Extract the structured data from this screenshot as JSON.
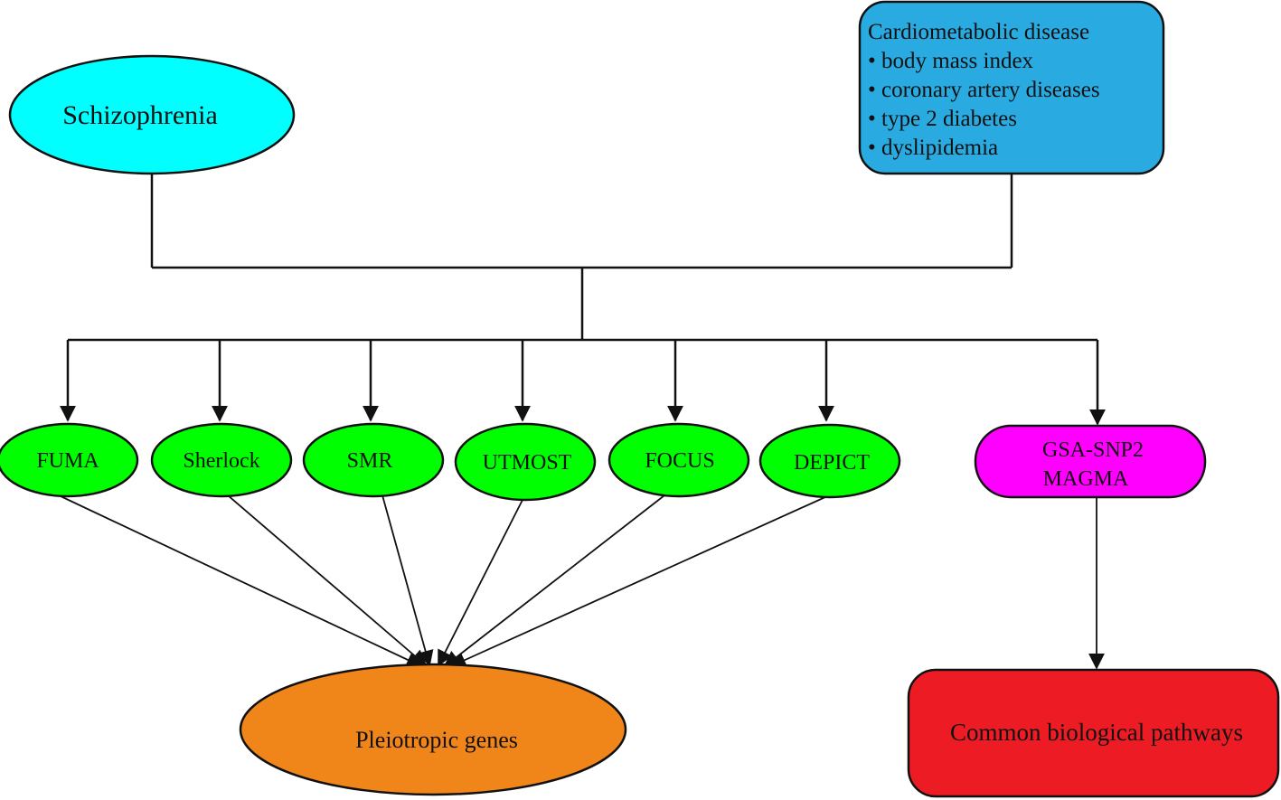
{
  "nodes": {
    "schizophrenia": {
      "label": "Schizophrenia",
      "color": "#00ffff"
    },
    "cardiometabolic": {
      "title": "Cardiometabolic disease",
      "items": [
        "• body mass index",
        "• coronary artery diseases",
        "• type 2 diabetes",
        "• dyslipidemia"
      ],
      "color": "#29abe2"
    },
    "methods": [
      {
        "label": "FUMA",
        "color": "#00ff00"
      },
      {
        "label": "Sherlock",
        "color": "#00ff00"
      },
      {
        "label": "SMR",
        "color": "#00ff00"
      },
      {
        "label": "UTMOST",
        "color": "#00ff00"
      },
      {
        "label": "FOCUS",
        "color": "#00ff00"
      },
      {
        "label": "DEPICT",
        "color": "#00ff00"
      }
    ],
    "gsa": {
      "line1": "GSA-SNP2",
      "line2": "MAGMA",
      "color": "#ff00ff"
    },
    "pleiotropic": {
      "label": "Pleiotropic genes",
      "color": "#f0851a"
    },
    "pathways": {
      "label": "Common biological pathways",
      "color": "#ed1c24"
    }
  }
}
